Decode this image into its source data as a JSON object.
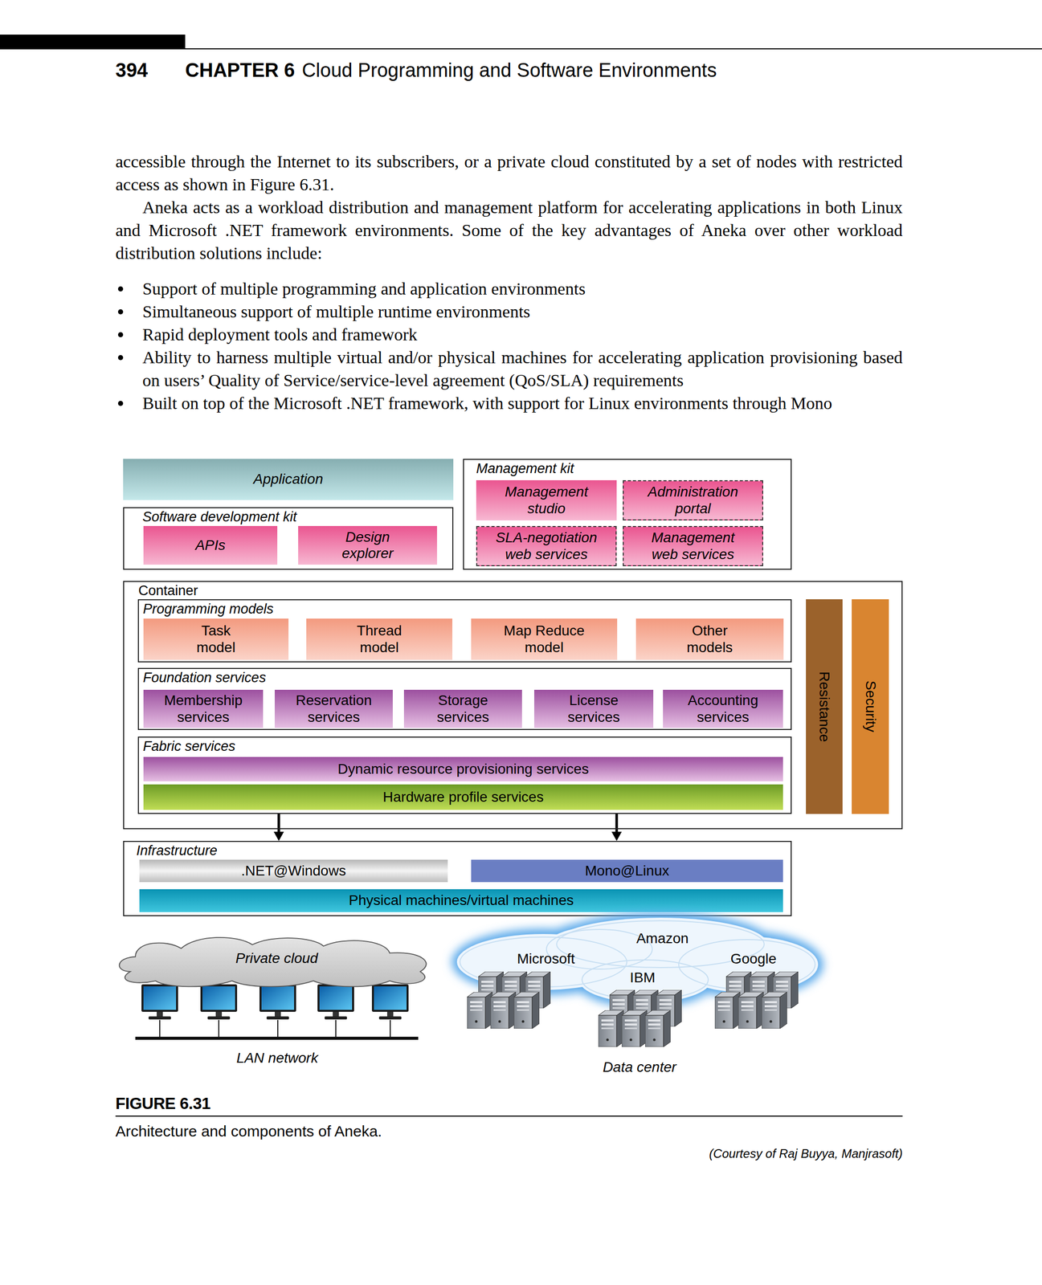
{
  "diagram": {
    "caption": "Architecture and components of Aneka.",
    "nodes": [
      {
        "text": [
          "Application"
        ]
      },
      {
        "text": [
          "Software development kit"
        ]
      },
      {
        "text": [
          "APIs"
        ],
        "in": 1
      },
      {
        "text": [
          "Design explorer"
        ],
        "in": 1
      },
      {
        "text": [
          "Management kit"
        ]
      },
      {
        "text": [
          "Management studio"
        ],
        "in": 4
      },
      {
        "text": [
          "Administration portal"
        ],
        "in": 4
      },
      {
        "text": [
          "SLA-negotiation web services"
        ],
        "in": 4
      },
      {
        "text": [
          "Management web services"
        ],
        "in": 4
      },
      {
        "text": [
          "Container"
        ]
      },
      {
        "text": [
          "Programming models"
        ],
        "in": 9
      },
      {
        "text": [
          "Task model"
        ],
        "in": 10
      },
      {
        "text": [
          "Thread model"
        ],
        "in": 10
      },
      {
        "text": [
          "Map Reduce model"
        ],
        "in": 10
      },
      {
        "text": [
          "Other models"
        ],
        "in": 10
      },
      {
        "text": [
          "Foundation services"
        ],
        "in": 9
      },
      {
        "text": [
          "Membership services"
        ],
        "in": 15
      },
      {
        "text": [
          "Reservation services"
        ],
        "in": 15
      },
      {
        "text": [
          "Storage services"
        ],
        "in": 15
      },
      {
        "text": [
          "License services"
        ],
        "in": 15
      },
      {
        "text": [
          "Accounting services"
        ],
        "in": 15
      },
      {
        "text": [
          "Fabric services"
        ],
        "in": 9
      },
      {
        "text": [
          "Dynamic resource provisioning services"
        ],
        "in": 21
      },
      {
        "text": [
          "Hardware profile services"
        ],
        "in": 21
      },
      {
        "text": [
          "Resistance"
        ],
        "in": 9
      },
      {
        "text": [
          "Security"
        ],
        "in": 9
      },
      {
        "text": [
          "Infrastructure"
        ]
      },
      {
        "text": [
          ".NET@Windows"
        ],
        "in": 26
      },
      {
        "text": [
          "Mono@Linux"
        ],
        "in": 26
      },
      {
        "text": [
          "Physical machines/virtual machines"
        ],
        "in": 26
      },
      {
        "text": [
          "Private cloud"
        ]
      },
      {
        "text": [
          "Amazon",
          "Microsoft",
          "Google",
          "IBM"
        ]
      }
    ],
    "edges": [
      {
        "from": 21,
        "to": 26,
        "arrow": "to"
      },
      {
        "from": 21,
        "to": 26,
        "arrow": "to"
      }
    ],
    "labels": [
      "394",
      "CHAPTER 6",
      "Cloud Programming and Software Environments",
      "accessible through the Internet to its subscribers, or a private cloud constituted by a set of nodes with restricted access as shown in Figure 6.31.",
      "Aneka acts as a workload distribution and management platform for accelerating applications in both Linux and Microsoft .NET framework environments. Some of the key advantages of Aneka over other workload distribution solutions include:",
      "Support of multiple programming and application environments",
      "Simultaneous support of multiple runtime environments",
      "Rapid deployment tools and framework",
      "Ability to harness multiple virtual and/or physical machines for accelerating application provisioning based on users’ Quality of Service/service-level agreement (QoS/SLA) requirements",
      "Built on top of the Microsoft .NET framework, with support for Linux environments through Mono",
      "LAN network",
      "Data center",
      "FIGURE 6.31",
      "(Courtesy of Raj Buyya, Manjrasoft)"
    ]
  }
}
